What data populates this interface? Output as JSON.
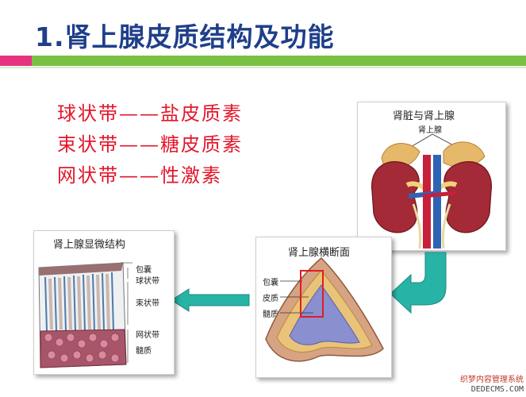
{
  "slide": {
    "title": "1.肾上腺皮质结构及功能",
    "zones": [
      {
        "text": "球状带——盐皮质素"
      },
      {
        "text": "束状带——糖皮质素"
      },
      {
        "text": "网状带——性激素"
      }
    ],
    "kidney_panel": {
      "title": "肾脏与肾上腺",
      "label": "肾上腺"
    },
    "cross_section_panel": {
      "title": "肾上腺横断面",
      "labels": [
        "包囊",
        "皮质",
        "髓质"
      ]
    },
    "micro_panel": {
      "title": "肾上腺显微结构",
      "labels": [
        "包囊",
        "球状带",
        "束状带",
        "网状带",
        "髓质"
      ]
    }
  },
  "colors": {
    "title": "#1f3f8a",
    "zone_text": "#e3172b",
    "accent_pink": "#e6337f",
    "accent_green": "#7ac143",
    "arrow": "#27b3a6",
    "highlight_box": "#e31b23"
  },
  "icons": [
    "arrow-left-icon",
    "arrow-curved-down-left-icon"
  ],
  "watermark": {
    "line1": "织梦内容管理系统",
    "line2": "DEDECMS.COM"
  }
}
